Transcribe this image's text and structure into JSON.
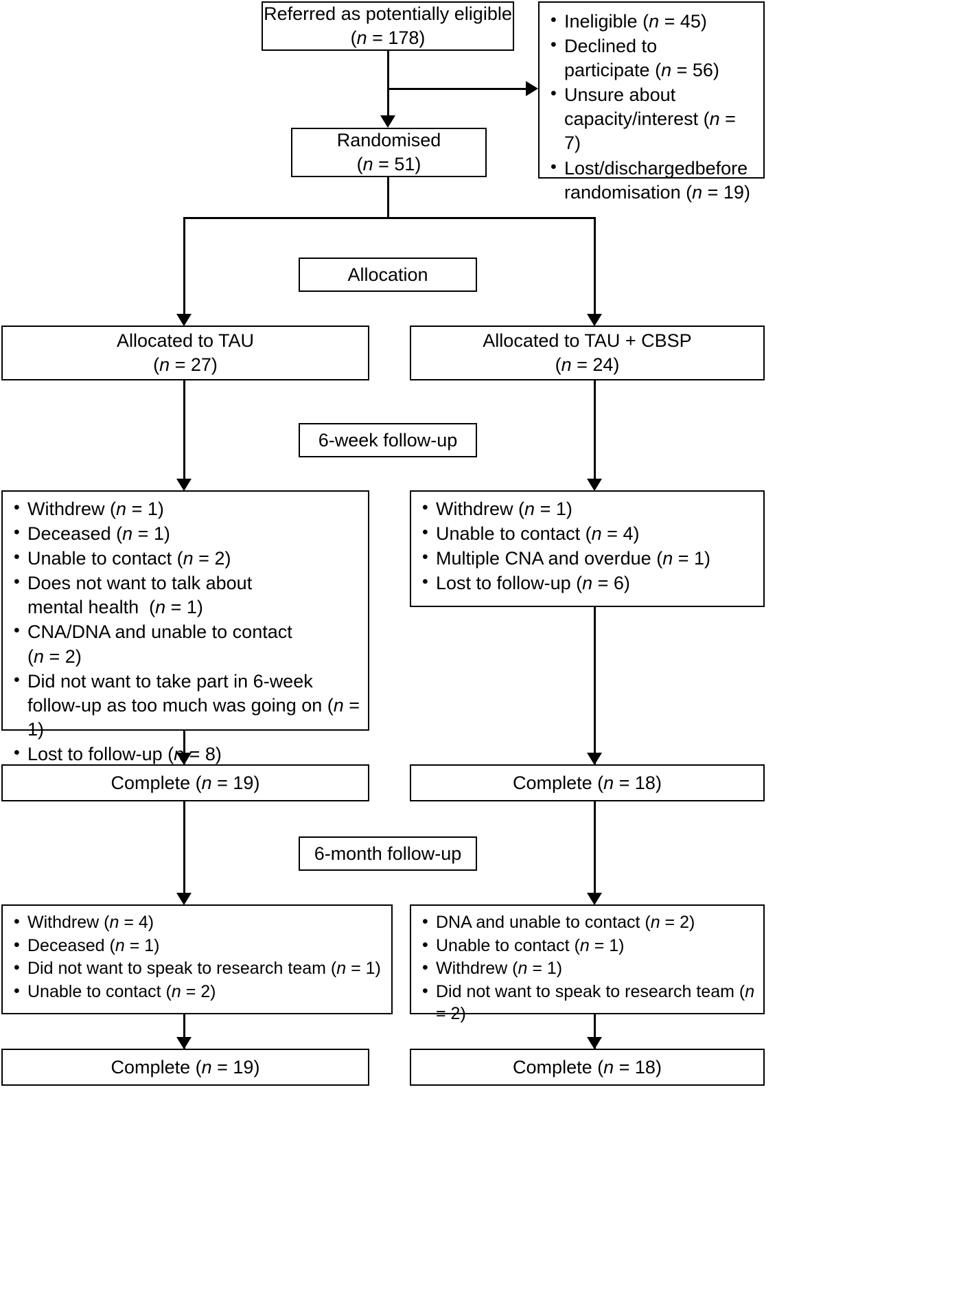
{
  "diagram": {
    "type": "CONSORT participant flow diagram",
    "nodes": {
      "referred": {
        "line1": "Referred as potentially eligible",
        "line2": "(n = 178)"
      },
      "excluded": {
        "items": [
          "Ineligible (n = 45)",
          "Declined to\nparticipate (n = 56)",
          "Unsure about\ncapacity/interest (n = 7)",
          "Lost/dischargedbefore\nrandomisation (n = 19)"
        ]
      },
      "randomised": {
        "line1": "Randomised",
        "line2": "(n = 51)"
      },
      "allocation_label": "Allocation",
      "alloc_left": {
        "line1": "Allocated to TAU",
        "line2": "(n = 27)"
      },
      "alloc_right": {
        "line1": "Allocated to TAU + CBSP",
        "line2": "(n = 24)"
      },
      "sixweek_label": "6-week follow-up",
      "sixweek_left": {
        "items": [
          "Withdrew (n = 1)",
          "Deceased (n = 1)",
          "Unable to contact (n = 2)",
          "Does not want to talk about\nmental health  (n = 1)",
          "CNA/DNA and unable to contact\n(n = 2)",
          "Did not want to take part in 6-week\nfollow-up as too much was going on (n = 1)",
          "Lost to follow-up (n = 8)"
        ]
      },
      "sixweek_right": {
        "items": [
          "Withdrew (n = 1)",
          "Unable to contact (n = 4)",
          "Multiple CNA and overdue (n = 1)",
          "Lost to follow-up (n = 6)"
        ]
      },
      "complete_left_6w": "Complete (n = 19)",
      "complete_right_6w": "Complete (n = 18)",
      "sixmonth_label": "6-month follow-up",
      "sixmonth_left": {
        "items": [
          "Withdrew (n = 4)",
          "Deceased (n = 1)",
          "Did not want to speak to research team (n = 1)",
          "Unable to contact (n = 2)"
        ]
      },
      "sixmonth_right": {
        "items": [
          "DNA and unable to contact (n = 2)",
          "Unable to contact (n = 1)",
          "Withdrew (n = 1)",
          "Did not want to speak to research team (n = 2)"
        ]
      },
      "complete_left_6m": "Complete (n = 19)",
      "complete_right_6m": "Complete (n = 18)"
    },
    "colors": {
      "stroke": "#000000",
      "background": "#ffffff",
      "text": "#000000"
    }
  }
}
